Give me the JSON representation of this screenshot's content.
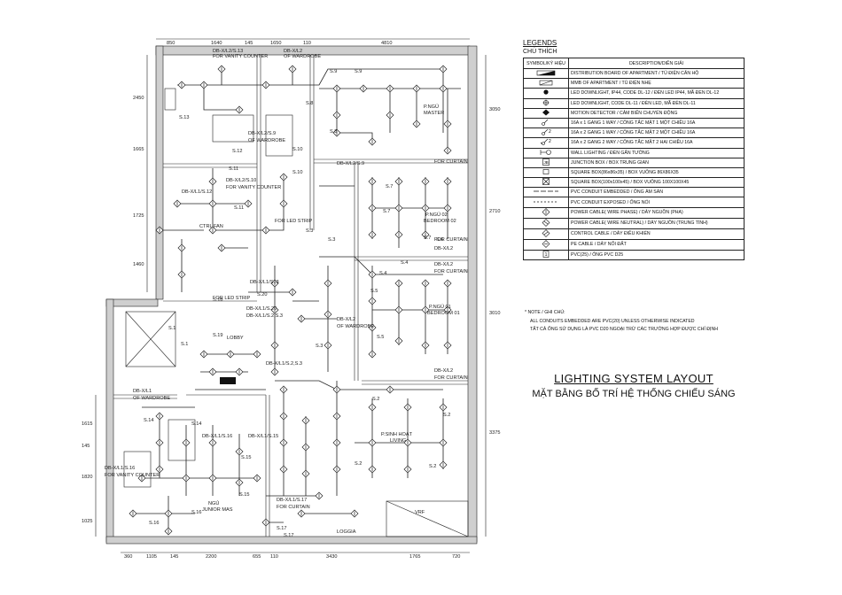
{
  "legend": {
    "title": "LEGENDS",
    "subtitle": "CHÚ THÍCH",
    "col_symbol": "SYMBOL/KÝ HIỆU",
    "col_desc": "DESCRIPTION/DIỄN GIẢI",
    "items": [
      {
        "icon": "distribution-board-icon",
        "desc": "DISTRIBUTION BOARD OF APARTMENT / TỦ ĐIỆN CĂN HỘ"
      },
      {
        "icon": "mmb-icon",
        "desc": "MMB OF APARTMENT / TỦ ĐIỆN NHẸ"
      },
      {
        "icon": "led-downlight-ip44-icon",
        "desc": "LED DOWNLIGHT, IP44, CODE DL-12 / ĐÈN LED IP44, MÃ ĐÈN DL-12"
      },
      {
        "icon": "led-downlight-icon",
        "desc": "LED DOWNLIGHT, CODE DL-11 / ĐÈN LED, MÃ ĐÈN DL-11"
      },
      {
        "icon": "motion-detector-icon",
        "desc": "MOTION DETECTOR / CẢM BIẾN CHUYỂN ĐỘNG"
      },
      {
        "icon": "switch-1gang-1way-icon",
        "desc": "16A x 1 GANG 1 WAY / CÔNG TẮC MẶT 1 MỘT CHIỀU 16A"
      },
      {
        "icon": "switch-2gang-1way-icon",
        "desc": "16A x 2 GANG 1 WAY / CÔNG TẮC MẶT 2 MỘT CHIỀU 16A"
      },
      {
        "icon": "switch-2gang-2way-icon",
        "desc": "16A x 2 GANG 2 WAY / CÔNG TẮC MẶT 2 HAI CHIỀU 16A"
      },
      {
        "icon": "wall-lighting-icon",
        "desc": "WALL LIGHTING / ĐÈN GẮN TƯỜNG"
      },
      {
        "icon": "junction-box-icon",
        "desc": "JUNCTION BOX / BOX TRUNG GIAN"
      },
      {
        "icon": "square-box-icon",
        "desc": "SQUARE BOX(86x86x35) / BOX VUÔNG 86X86X35"
      },
      {
        "icon": "square-box-large-icon",
        "desc": "SQUARE BOX(100x100x45) / BOX VUÔNG 100X100X45"
      },
      {
        "icon": "pvc-conduit-embedded-icon",
        "desc": "PVC CONDUIT EMBEDDED / ỐNG ÂM SÀN"
      },
      {
        "icon": "pvc-conduit-exposed-icon",
        "desc": "PVC CONDUIT EXPOSED / ỐNG NỔI"
      },
      {
        "icon": "power-cable-phase-icon",
        "desc": "POWER CABLE( WIRE PHASE) / DÂY NGUỒN (PHA)"
      },
      {
        "icon": "power-cable-neutral-icon",
        "desc": "POWER CABLE( WIRE NEUTRAL) / DÂY NGUỒN (TRUNG TÍNH)"
      },
      {
        "icon": "control-cable-icon",
        "desc": "CONTROL CABLE / DÂY ĐIỀU KHIỂN"
      },
      {
        "icon": "pe-cable-icon",
        "desc": "PE CABLE / DÂY NỐI ĐẤT"
      },
      {
        "icon": "pvc-25-icon",
        "desc": "PVC(25) / ỐNG PVC D25"
      }
    ]
  },
  "notes": {
    "heading": "* NOTE / GHI CHÚ:",
    "line1": "ALL CONDUITS EMBEDDED ARE PVC(20) UNLESS OTHERWISE INDICATED",
    "line2": "TẤT CẢ ỐNG SỬ DỤNG LÀ PVC D20 NGOẠI TRỪ CÁC TRƯỜNG HỢP ĐƯỢC CHỈ ĐỊNH"
  },
  "title": {
    "en": "LIGHTING SYSTEM LAYOUT",
    "vn": "MẶT BẰNG BỐ TRÍ HỆ THỐNG CHIẾU SÁNG"
  },
  "dims": {
    "top": [
      "850",
      "1640",
      "145",
      "1650",
      "110",
      "4810"
    ],
    "bottom": [
      "360",
      "1105",
      "145",
      "2200",
      "655",
      "110",
      "3430",
      "1765",
      "720"
    ],
    "right": [
      "3050",
      "2710",
      "3010",
      "3375"
    ],
    "left_upper": [
      "2450",
      "1665",
      "1725",
      "1460"
    ],
    "left_lower": [
      "1615",
      "145",
      "1820",
      "1025"
    ]
  },
  "plan_labels": {
    "wc1": "DB-X/L2/S.13",
    "wc1b": "FOR VANITY COUNTER",
    "wardrobe_top": "DB-X/L2",
    "wardrobe_topb": "OF WARDROBE",
    "bedroom1": "P.NGỦ",
    "bedroom1b": "MASTER",
    "bed2": "P.NGỦ 02",
    "bed2b": "BEDROOM 02",
    "bed1": "P.NGỦ 01",
    "bed1b": "BEDROOM 01",
    "living": "P.SINH HOẠT",
    "livingb": "LIVING",
    "junior": "NGỦ",
    "juniorb": "JUNIOR MAS",
    "lobby": "LOBBY",
    "loggia": "LOGGIA",
    "vrf": "VRF",
    "curtain1": "DB-X/L2/S.9",
    "curtain1b": "FOR CURTAIN",
    "curtain2": "FOR CURTAIN",
    "curtain2b": "DB-X/L2",
    "curtain3": "DB-X/L2",
    "curtain3b": "FOR CURTAIN",
    "curtain4": "DB-X/L2",
    "curtain4b": "FOR CURTAIN",
    "curtain5": "DB-X/L2",
    "curtain5b": "FOR CURTAIN",
    "counter": "DB-X/L1/S.12",
    "counter2": "DB-X/L2/S.10",
    "counter2b": "FOR VANITY COUNTER",
    "ctrl1": "CTRL FAN",
    "ledstrip": "FOR LED STRIP",
    "ledstrip2": "FOR LED STRIP",
    "db1": "DB-X/L1/S13",
    "db2": "DB-X/L1/S.20",
    "db3": "DB-X/L1/S.2,S.3",
    "db4": "DB-X/L1/S.2,S.3",
    "db5": "DB-X/L1/S.16",
    "db6": "DB-X/L1/S.15",
    "db7": "DB-X/L1/S.16",
    "db7b": "FOR VANITY COUNTER",
    "db8": "DB-X/L1",
    "db8b": "OF WARDROBE",
    "db9": "DB-X/L2",
    "db9b": "OF WARDROBE",
    "db10": "DB-X/L1/S.17",
    "db10b": "FOR CURTAIN",
    "wardrobe2": "DB-X/L2/S.9",
    "wardrobe2b": "OF WARDROBE",
    "wardrobe3": "DB-X/L1",
    "wardrobe3b": "OF WARDROBE"
  },
  "switch_labels": [
    "S.9",
    "S.9",
    "S.8",
    "S.8",
    "S.13",
    "S.12",
    "S.11",
    "S.11",
    "S.10",
    "S.10",
    "S.7",
    "S.7",
    "S.7",
    "S.6",
    "S.5",
    "S.5",
    "S.4",
    "S.4",
    "S.3",
    "S.3",
    "S.3",
    "S.2",
    "S.2",
    "S.2",
    "S.2",
    "S.14",
    "S.14",
    "S.15",
    "S.15",
    "S.16",
    "S.16",
    "S.17",
    "S.17",
    "S.18",
    "S.19",
    "S.20",
    "S.1",
    "S.1"
  ]
}
